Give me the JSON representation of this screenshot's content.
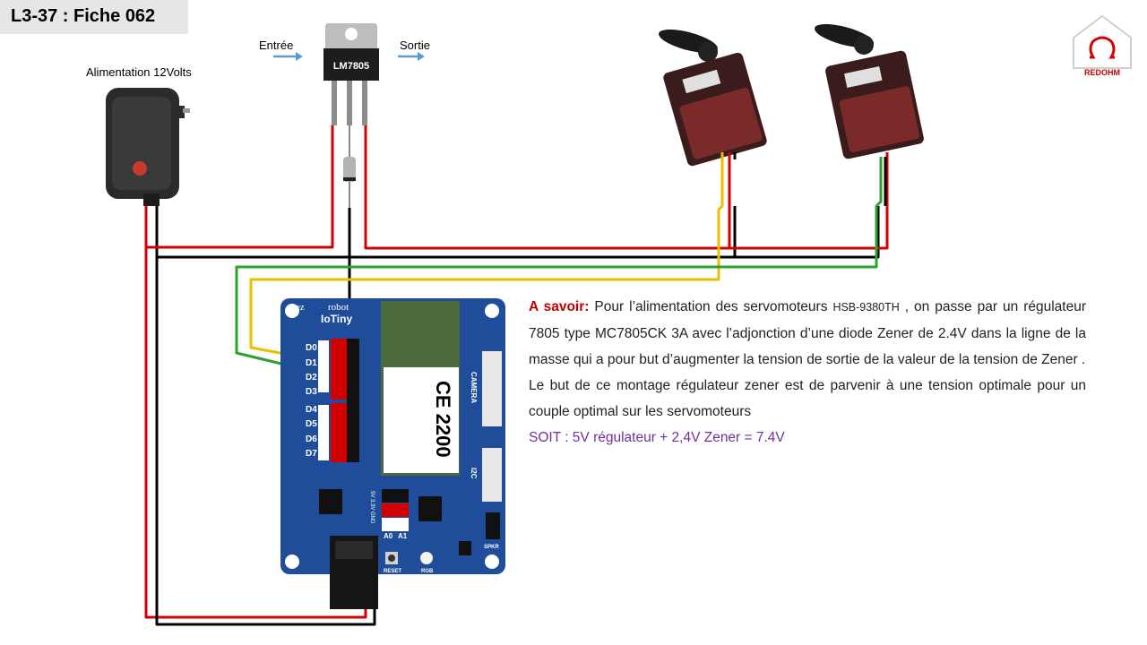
{
  "header": {
    "title": "L3-37 : Fiche 062"
  },
  "labels": {
    "power_supply": "Alimentation 12Volts",
    "input": "Entrée",
    "output": "Sortie",
    "regulator": "LM7805"
  },
  "board": {
    "brand_left": "ez",
    "brand_right": "robot",
    "name": "IoTiny",
    "pins": [
      "D0",
      "D1",
      "D2",
      "D3",
      "D4",
      "D5",
      "D6",
      "D7"
    ],
    "ce_mark": "CE 2200",
    "camera": "CAMERA",
    "i2c": "I2C",
    "jumper_label": "5V 3.3V GND",
    "a0": "A0",
    "a1": "A1",
    "spkr": "SPKR",
    "reset": "RESET",
    "rgb": "RGB"
  },
  "servo": {
    "model_tag": "HSB-9380TH"
  },
  "logo": {
    "text": "REDOHM"
  },
  "explanation": {
    "keyword": "A savoir:",
    "p1_a": " Pour l’alimentation des servomoteurs ",
    "p1_model": "HSB-9380TH",
    "p1_b": " , on passe par un régulateur 7805 type MC7805CK  3A avec l’adjonction d’une diode Zener de 2.4V dans la ligne de la masse qui a pour but d’augmenter la tension de sortie de la valeur de la tension de Zener .",
    "p2": "Le but de ce montage régulateur zener est de parvenir à une tension optimale pour un couple optimal sur les servomoteurs",
    "p3": "SOIT  : 5V régulateur + 2,4V Zener = 7.4V"
  },
  "colors": {
    "wire_positive": "#d40000",
    "wire_ground": "#000000",
    "wire_signal_yellow": "#e8c000",
    "wire_signal_green": "#2ea02e",
    "board_blue": "#1f4d9a",
    "arrow": "#5b9bd5",
    "purple": "#7030a0"
  }
}
